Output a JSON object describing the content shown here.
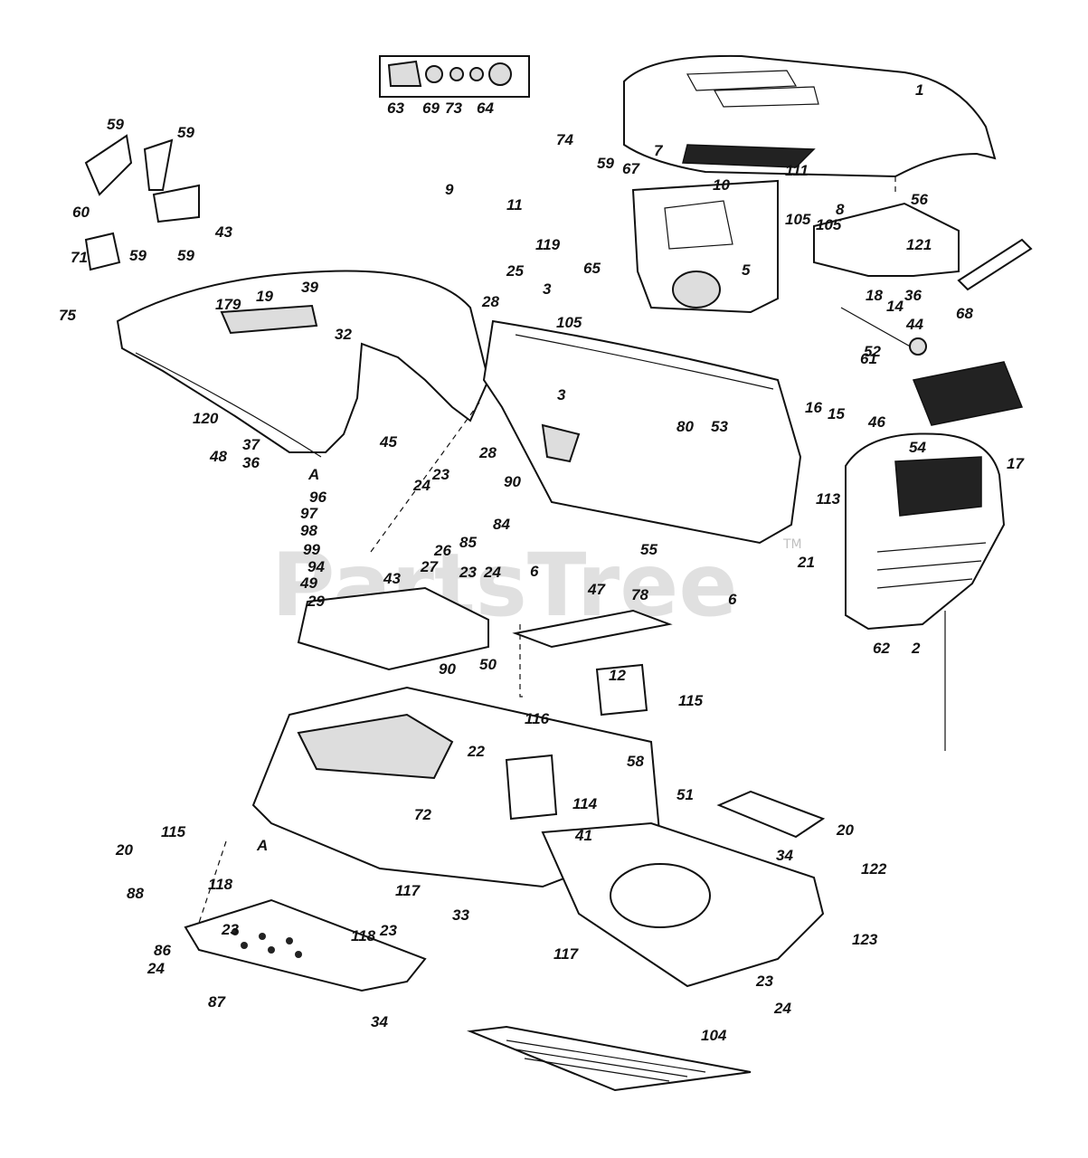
{
  "watermark": {
    "text": "PartsTree",
    "trademark": "TM"
  },
  "labels": [
    "1",
    "7",
    "10",
    "111",
    "56",
    "8",
    "121",
    "18",
    "36",
    "14",
    "105",
    "105",
    "5",
    "65",
    "59",
    "67",
    "74",
    "9",
    "11",
    "119",
    "63",
    "69",
    "73",
    "64",
    "59",
    "59",
    "60",
    "59",
    "59",
    "71",
    "75",
    "43",
    "179",
    "19",
    "39",
    "32",
    "120",
    "48",
    "37",
    "36",
    "45",
    "25",
    "3",
    "28",
    "105",
    "3",
    "28",
    "80",
    "53",
    "55",
    "6",
    "61",
    "16",
    "15",
    "46",
    "54",
    "68",
    "17",
    "52",
    "44",
    "113",
    "21",
    "62",
    "2",
    "96",
    "97",
    "98",
    "99",
    "94",
    "49",
    "43",
    "29",
    "24",
    "23",
    "26",
    "27",
    "85",
    "84",
    "90",
    "23",
    "24",
    "90",
    "50",
    "6",
    "47",
    "78",
    "12",
    "115",
    "116",
    "58",
    "22",
    "114",
    "51",
    "72",
    "41",
    "34",
    "20",
    "122",
    "123",
    "23",
    "24",
    "20",
    "115",
    "88",
    "118",
    "23",
    "86",
    "24",
    "87",
    "34",
    "117",
    "33",
    "117",
    "118",
    "23",
    "104",
    "A",
    "A"
  ]
}
